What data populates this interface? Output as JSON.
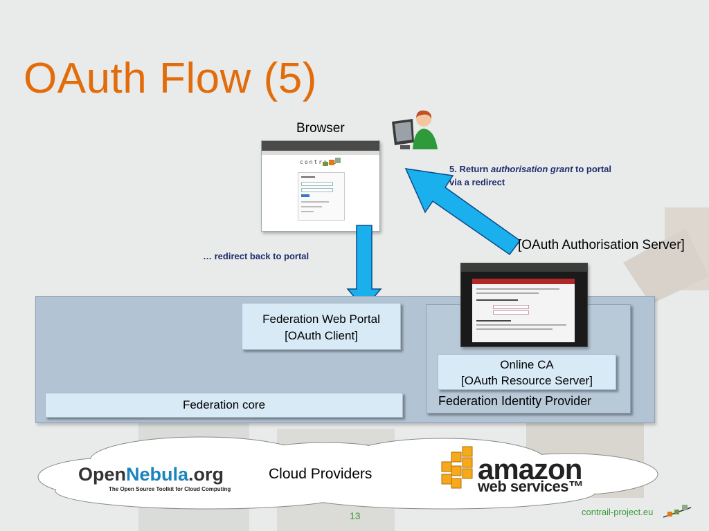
{
  "slide": {
    "title": "OAuth Flow (5)",
    "page_number": "13",
    "footer_url": "contrail-project.eu"
  },
  "browser": {
    "label": "Browser",
    "screenshot_logo_text": "contrail"
  },
  "annotations": {
    "step5_prefix": "5.  Return ",
    "step5_emphasis": "authorisation grant",
    "step5_suffix": " to portal",
    "step5_line2": "via a redirect",
    "redirect_back": "…  redirect back to portal"
  },
  "oauth_server_label": "[OAuth Authorisation Server]",
  "federation": {
    "portal_line1": "Federation Web Portal",
    "portal_line2": "[OAuth Client]",
    "core": "Federation core",
    "idp": "Federation Identity Provider",
    "ca_line1": "Online CA",
    "ca_line2": "[OAuth Resource Server]"
  },
  "cloud": {
    "label": "Cloud Providers",
    "opennebula_open": "Open",
    "opennebula_nebula": "Nebula",
    "opennebula_org": ".org",
    "opennebula_tagline": "The Open Source Toolkit for Cloud Computing",
    "aws_word": "amazon",
    "aws_sub": "web services™"
  },
  "colors": {
    "title": "#e36c0a",
    "arrow_fill": "#1ab0ee",
    "arrow_stroke": "#0a4a8a",
    "annotation": "#1f2e6e",
    "footer": "#3a9a3a"
  }
}
